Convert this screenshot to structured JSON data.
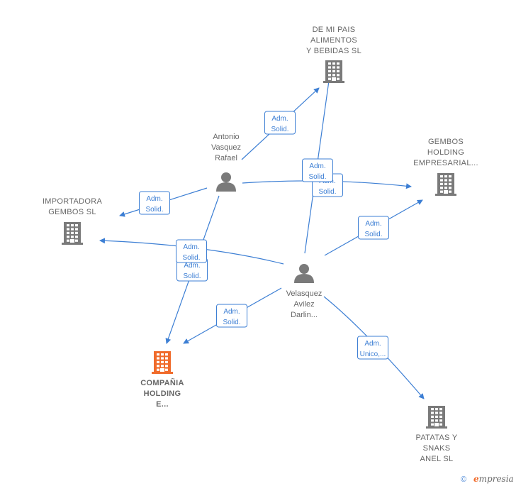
{
  "nodes": {
    "demipais": {
      "type": "company",
      "lines": [
        "DE MI PAIS",
        "ALIMENTOS",
        "Y BEBIDAS  SL"
      ]
    },
    "gembos": {
      "type": "company",
      "lines": [
        "GEMBOS",
        "HOLDING",
        "EMPRESARIAL..."
      ]
    },
    "importadora": {
      "type": "company",
      "lines": [
        "IMPORTADORA",
        "GEMBOS  SL"
      ]
    },
    "compania": {
      "type": "company-focus",
      "lines": [
        "COMPAÑIA",
        "HOLDING",
        "E..."
      ]
    },
    "patatas": {
      "type": "company",
      "lines": [
        "PATATAS Y",
        "SNAKS",
        "ANEL  SL"
      ]
    },
    "antonio": {
      "type": "person",
      "lines": [
        "Antonio",
        "Vasquez",
        "Rafael"
      ]
    },
    "velasquez": {
      "type": "person",
      "lines": [
        "Velasquez",
        "Avilez",
        "Darlin..."
      ]
    }
  },
  "edges": [
    {
      "from": "antonio",
      "to": "demipais",
      "role": [
        "Adm.",
        "Solid."
      ]
    },
    {
      "from": "antonio",
      "to": "importadora",
      "role": [
        "Adm.",
        "Solid."
      ]
    },
    {
      "from": "antonio",
      "to": "gembos",
      "role": [
        "Adm.",
        "Solid."
      ]
    },
    {
      "from": "antonio",
      "to": "compania",
      "role": [
        "Adm.",
        "Solid."
      ]
    },
    {
      "from": "velasquez",
      "to": "demipais",
      "role": [
        "Adm.",
        "Solid."
      ]
    },
    {
      "from": "velasquez",
      "to": "gembos",
      "role": [
        "Adm.",
        "Solid."
      ]
    },
    {
      "from": "velasquez",
      "to": "importadora",
      "role": [
        "Adm.",
        "Solid."
      ]
    },
    {
      "from": "velasquez",
      "to": "compania",
      "role": [
        "Adm.",
        "Solid."
      ]
    },
    {
      "from": "velasquez",
      "to": "patatas",
      "role": [
        "Adm.",
        "Unico,..."
      ]
    }
  ],
  "footer": {
    "copyright": "©",
    "brand_initial": "e",
    "brand_rest": "mpresia"
  },
  "colors": {
    "edge": "#3d7fd4",
    "company": "#7a7a7a",
    "focus_company": "#f06b2b",
    "person": "#7a7a7a"
  }
}
